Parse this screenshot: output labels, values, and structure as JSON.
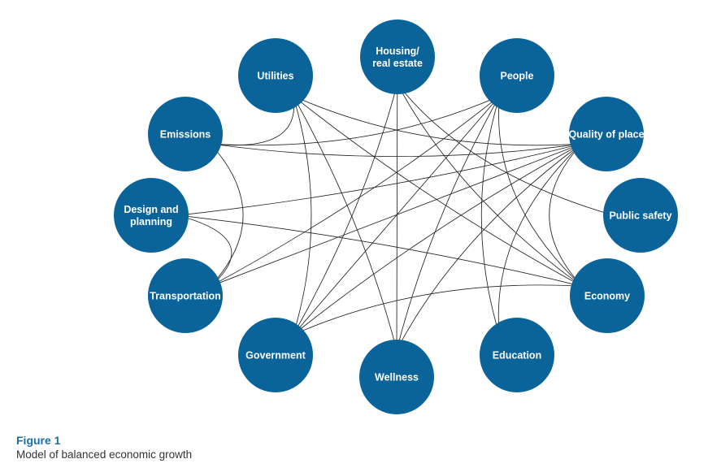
{
  "colors": {
    "node": "#0b6499",
    "edge": "#222222",
    "caption_label": "#1b6fa8"
  },
  "nodes": [
    {
      "id": "housing",
      "lines": [
        "Housing/",
        "real estate"
      ]
    },
    {
      "id": "people",
      "lines": [
        "People"
      ]
    },
    {
      "id": "quality",
      "lines": [
        "Quality of place"
      ]
    },
    {
      "id": "safety",
      "lines": [
        "Public safety"
      ]
    },
    {
      "id": "economy",
      "lines": [
        "Economy"
      ]
    },
    {
      "id": "education",
      "lines": [
        "Education"
      ]
    },
    {
      "id": "wellness",
      "lines": [
        "Wellness"
      ]
    },
    {
      "id": "government",
      "lines": [
        "Government"
      ]
    },
    {
      "id": "transportation",
      "lines": [
        "Transportation"
      ]
    },
    {
      "id": "design",
      "lines": [
        "Design and",
        "planning"
      ]
    },
    {
      "id": "emissions",
      "lines": [
        "Emissions"
      ]
    },
    {
      "id": "utilities",
      "lines": [
        "Utilities"
      ]
    }
  ],
  "edges": [
    [
      "utilities",
      "emissions"
    ],
    [
      "utilities",
      "government"
    ],
    [
      "utilities",
      "economy"
    ],
    [
      "utilities",
      "quality"
    ],
    [
      "emissions",
      "people"
    ],
    [
      "emissions",
      "quality"
    ],
    [
      "emissions",
      "transportation"
    ],
    [
      "design",
      "transportation"
    ],
    [
      "design",
      "economy"
    ],
    [
      "design",
      "quality"
    ],
    [
      "transportation",
      "quality"
    ],
    [
      "government",
      "people"
    ],
    [
      "government",
      "quality"
    ],
    [
      "government",
      "housing"
    ],
    [
      "government",
      "economy"
    ],
    [
      "wellness",
      "people"
    ],
    [
      "wellness",
      "quality"
    ],
    [
      "wellness",
      "utilities"
    ],
    [
      "housing",
      "safety"
    ],
    [
      "housing",
      "economy"
    ],
    [
      "housing",
      "wellness"
    ],
    [
      "people",
      "education"
    ],
    [
      "people",
      "economy"
    ],
    [
      "people",
      "transportation"
    ],
    [
      "quality",
      "education"
    ],
    [
      "quality",
      "economy"
    ]
  ],
  "caption": {
    "label": "Figure 1",
    "text": "Model of balanced economic growth"
  }
}
